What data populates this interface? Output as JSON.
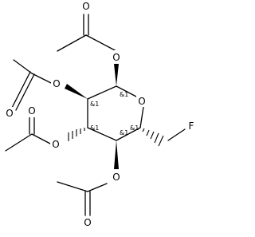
{
  "molecule": {
    "atoms": {
      "ring_oxygen": "O",
      "fluorine": "F",
      "ester_oxygen": "O",
      "carbonyl_oxygen": "O"
    },
    "stereo_label": "&1"
  }
}
